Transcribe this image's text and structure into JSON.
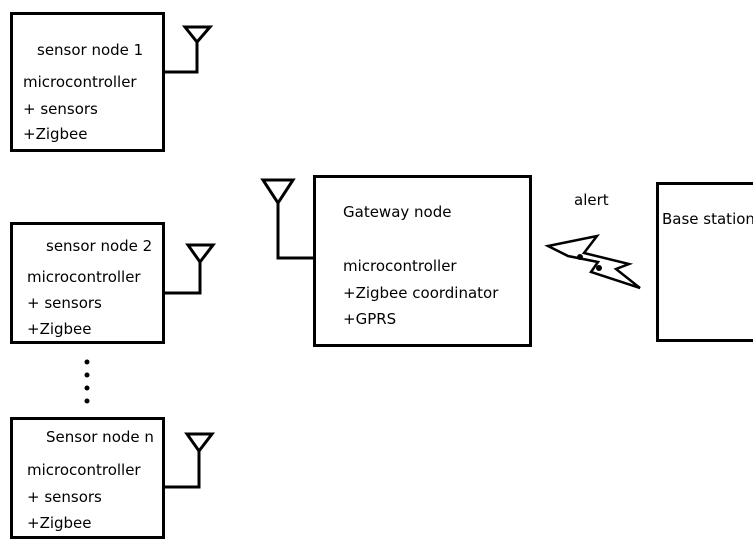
{
  "sensor_nodes": [
    {
      "title": "sensor node 1",
      "lines": [
        "microcontroller",
        "+ sensors",
        "+Zigbee"
      ]
    },
    {
      "title": "sensor node 2",
      "lines": [
        "microcontroller",
        "+ sensors",
        "+Zigbee"
      ]
    },
    {
      "title": "Sensor node n",
      "lines": [
        "microcontroller",
        "+ sensors",
        "+Zigbee"
      ]
    }
  ],
  "gateway": {
    "title": "Gateway node",
    "lines": [
      "microcontroller",
      "+Zigbee coordinator",
      "+GPRS"
    ]
  },
  "base_station": {
    "title": "Base station"
  },
  "link": {
    "label": "alert"
  },
  "colors": {
    "stroke": "#000000",
    "background": "#ffffff"
  }
}
